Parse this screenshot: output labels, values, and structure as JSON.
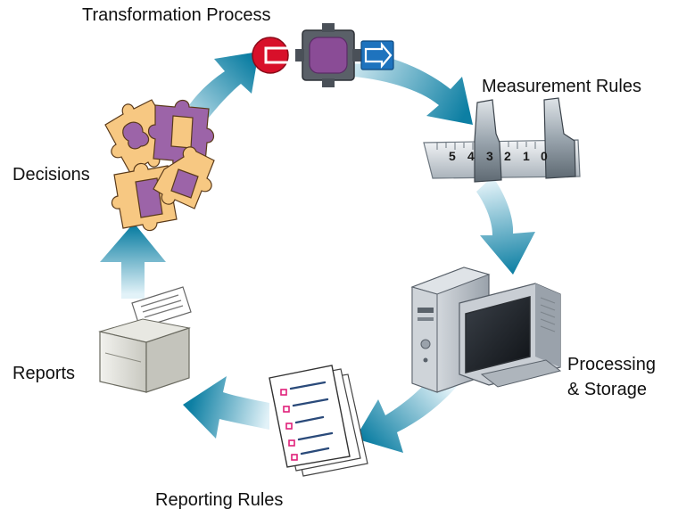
{
  "diagram": {
    "labels": {
      "transformation": "Transformation Process",
      "measurement": "Measurement Rules",
      "processing_line1": "Processing",
      "processing_line2": "& Storage",
      "reporting_rules": "Reporting Rules",
      "reports": "Reports",
      "decisions": "Decisions"
    },
    "ruler_numbers": [
      "5",
      "4",
      "3",
      "2",
      "1",
      "0"
    ],
    "colors": {
      "arrow_dark": "#0d7fa3",
      "arrow_light": "#e2f2f8",
      "puzzle_orange": "#f7c882",
      "puzzle_purple": "#9c64a8",
      "shaft_red": "#d8102a",
      "shaft_purple": "#8a4c96",
      "shaft_blue": "#1e73be",
      "computer_gray": "#9aa2ab",
      "checkbox_pink": "#e0207a",
      "text_line_blue": "#2a4a7a"
    },
    "icons": [
      "transformation-shaft-icon",
      "caliper-ruler-icon",
      "computer-icon",
      "documents-icon",
      "printer-icon",
      "puzzle-pieces-icon"
    ]
  }
}
